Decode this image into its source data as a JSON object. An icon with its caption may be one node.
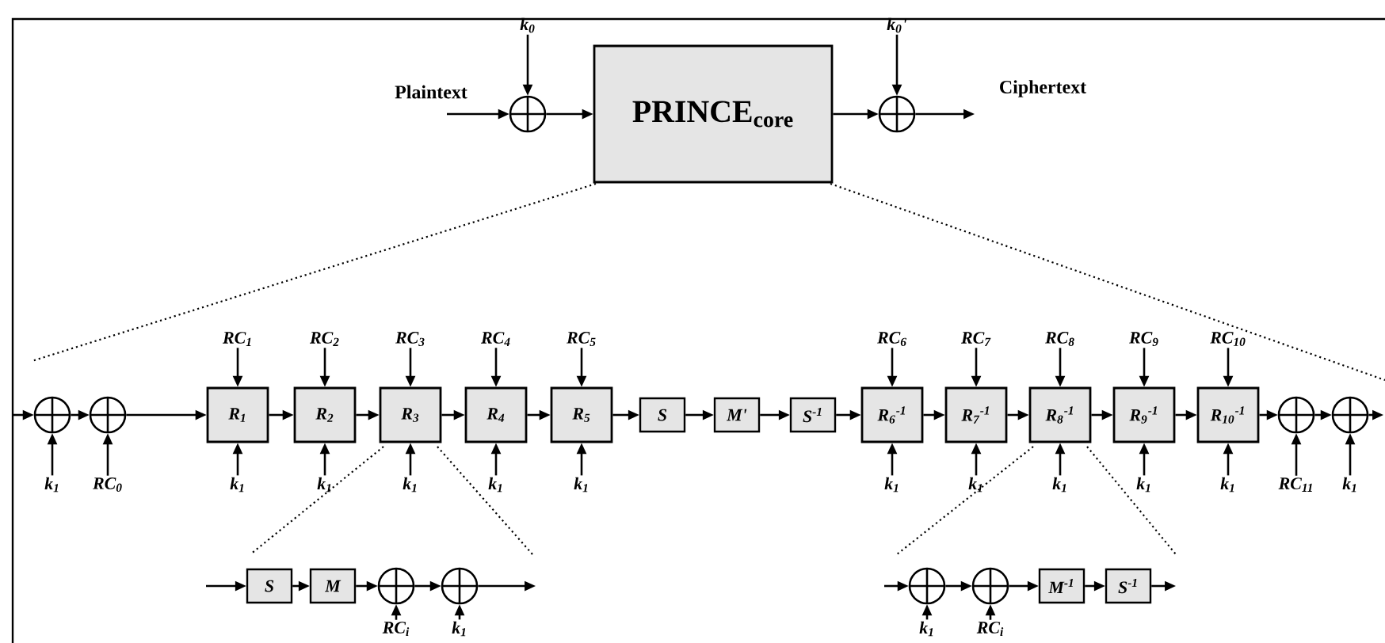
{
  "diagram": {
    "nodes": [
      {
        "text": [
          "k$_{0}$"
        ]
      },
      {
        "text": [],
        "shape": "circle"
      },
      {
        "text": [
          "PRINCE$_{core}$"
        ]
      },
      {
        "text": [
          "k$_{0}$'"
        ]
      },
      {
        "text": [],
        "shape": "circle"
      },
      {
        "text": [],
        "shape": "circle"
      },
      {
        "text": [
          "k$_{1}$"
        ]
      },
      {
        "text": [],
        "shape": "circle"
      },
      {
        "text": [
          "RC$_{0}$"
        ]
      },
      {
        "text": [
          "RC$_{1}$"
        ]
      },
      {
        "text": [
          "R$_{1}$"
        ]
      },
      {
        "text": [
          "k$_{1}$"
        ]
      },
      {
        "text": [
          "RC$_{2}$"
        ]
      },
      {
        "text": [
          "R$_{2}$"
        ]
      },
      {
        "text": [
          "k$_{1}$"
        ]
      },
      {
        "text": [
          "RC$_{3}$"
        ]
      },
      {
        "text": [
          "R$_{3}$"
        ]
      },
      {
        "text": [
          "k$_{1}$"
        ]
      },
      {
        "text": [
          "RC$_{4}$"
        ]
      },
      {
        "text": [
          "R$_{4}$"
        ]
      },
      {
        "text": [
          "k$_{1}$"
        ]
      },
      {
        "text": [
          "RC$_{5}$"
        ]
      },
      {
        "text": [
          "R$_{5}$"
        ]
      },
      {
        "text": [
          "k$_{1}$"
        ]
      },
      {
        "text": [
          "S"
        ]
      },
      {
        "text": [
          "M'"
        ]
      },
      {
        "text": [
          "S$^{-1}$"
        ]
      },
      {
        "text": [
          "RC$_{6}$"
        ]
      },
      {
        "text": [
          "R$_{6}$$^{-1}$"
        ]
      },
      {
        "text": [
          "k$_{1}$"
        ]
      },
      {
        "text": [
          "RC$_{7}$"
        ]
      },
      {
        "text": [
          "R$_{7}$$^{-1}$"
        ]
      },
      {
        "text": [
          "k$_{1}$"
        ]
      },
      {
        "text": [
          "RC$_{8}$"
        ]
      },
      {
        "text": [
          "R$_{8}$$^{-1}$"
        ]
      },
      {
        "text": [
          "k$_{1}$"
        ]
      },
      {
        "text": [
          "RC$_{9}$"
        ]
      },
      {
        "text": [
          "R$_{9}$$^{-1}$"
        ]
      },
      {
        "text": [
          "k$_{1}$"
        ]
      },
      {
        "text": [
          "RC$_{10}$"
        ]
      },
      {
        "text": [
          "R$_{10}$$^{-1}$"
        ]
      },
      {
        "text": [
          "k$_{1}$"
        ]
      },
      {
        "text": [],
        "shape": "circle"
      },
      {
        "text": [
          "RC$_{11}$"
        ]
      },
      {
        "text": [],
        "shape": "circle"
      },
      {
        "text": [
          "k$_{1}$"
        ]
      },
      {
        "text": [
          "S"
        ]
      },
      {
        "text": [
          "M"
        ]
      },
      {
        "text": [],
        "shape": "circle"
      },
      {
        "text": [
          "RC$_{i}$"
        ]
      },
      {
        "text": [],
        "shape": "circle"
      },
      {
        "text": [
          "k$_{1}$"
        ]
      },
      {
        "text": [],
        "shape": "circle"
      },
      {
        "text": [
          "k$_{1}$"
        ]
      },
      {
        "text": [],
        "shape": "circle"
      },
      {
        "text": [
          "RC$_{i}$"
        ]
      },
      {
        "text": [
          "M$^{-1}$"
        ]
      },
      {
        "text": [
          "S$^{-1}$"
        ]
      }
    ],
    "edges": [
      {
        "from": null,
        "to": 1,
        "arrow": "to"
      },
      {
        "from": 0,
        "to": 1,
        "arrow": "to"
      },
      {
        "from": 1,
        "to": 2,
        "arrow": "to"
      },
      {
        "from": 2,
        "to": 4,
        "arrow": "to"
      },
      {
        "from": 3,
        "to": 4,
        "arrow": "to"
      },
      {
        "from": 4,
        "to": null,
        "arrow": "to"
      },
      {
        "from": null,
        "to": 5,
        "arrow": "to"
      },
      {
        "from": 6,
        "to": 5,
        "arrow": "to"
      },
      {
        "from": 5,
        "to": 7,
        "arrow": "to"
      },
      {
        "from": 8,
        "to": 7,
        "arrow": "to"
      },
      {
        "from": 7,
        "to": 10,
        "arrow": "to"
      },
      {
        "from": 9,
        "to": 10,
        "arrow": "to"
      },
      {
        "from": 11,
        "to": 10,
        "arrow": "to"
      },
      {
        "from": 10,
        "to": 13,
        "arrow": "to"
      },
      {
        "from": 12,
        "to": 13,
        "arrow": "to"
      },
      {
        "from": 14,
        "to": 13,
        "arrow": "to"
      },
      {
        "from": 13,
        "to": 16,
        "arrow": "to"
      },
      {
        "from": 15,
        "to": 16,
        "arrow": "to"
      },
      {
        "from": 17,
        "to": 16,
        "arrow": "to"
      },
      {
        "from": 16,
        "to": 19,
        "arrow": "to"
      },
      {
        "from": 18,
        "to": 19,
        "arrow": "to"
      },
      {
        "from": 20,
        "to": 19,
        "arrow": "to"
      },
      {
        "from": 19,
        "to": 22,
        "arrow": "to"
      },
      {
        "from": 21,
        "to": 22,
        "arrow": "to"
      },
      {
        "from": 23,
        "to": 22,
        "arrow": "to"
      },
      {
        "from": 22,
        "to": 24,
        "arrow": "to"
      },
      {
        "from": 24,
        "to": 25,
        "arrow": "to"
      },
      {
        "from": 25,
        "to": 26,
        "arrow": "to"
      },
      {
        "from": 26,
        "to": 28,
        "arrow": "to"
      },
      {
        "from": 27,
        "to": 28,
        "arrow": "to"
      },
      {
        "from": 29,
        "to": 28,
        "arrow": "to"
      },
      {
        "from": 28,
        "to": 31,
        "arrow": "to"
      },
      {
        "from": 30,
        "to": 31,
        "arrow": "to"
      },
      {
        "from": 32,
        "to": 31,
        "arrow": "to"
      },
      {
        "from": 31,
        "to": 34,
        "arrow": "to"
      },
      {
        "from": 33,
        "to": 34,
        "arrow": "to"
      },
      {
        "from": 35,
        "to": 34,
        "arrow": "to"
      },
      {
        "from": 34,
        "to": 37,
        "arrow": "to"
      },
      {
        "from": 36,
        "to": 37,
        "arrow": "to"
      },
      {
        "from": 38,
        "to": 37,
        "arrow": "to"
      },
      {
        "from": 37,
        "to": 40,
        "arrow": "to"
      },
      {
        "from": 39,
        "to": 40,
        "arrow": "to"
      },
      {
        "from": 41,
        "to": 40,
        "arrow": "to"
      },
      {
        "from": 40,
        "to": 42,
        "arrow": "to"
      },
      {
        "from": 43,
        "to": 42,
        "arrow": "to"
      },
      {
        "from": 42,
        "to": 44,
        "arrow": "to"
      },
      {
        "from": 45,
        "to": 44,
        "arrow": "to"
      },
      {
        "from": 44,
        "to": null,
        "arrow": "to"
      },
      {
        "from": null,
        "to": 46,
        "arrow": "to"
      },
      {
        "from": 46,
        "to": 47,
        "arrow": "to"
      },
      {
        "from": 47,
        "to": 48,
        "arrow": "to"
      },
      {
        "from": 49,
        "to": 48,
        "arrow": "to"
      },
      {
        "from": 48,
        "to": 50,
        "arrow": "to"
      },
      {
        "from": 51,
        "to": 50,
        "arrow": "to"
      },
      {
        "from": 50,
        "to": null,
        "arrow": "to"
      },
      {
        "from": null,
        "to": 52,
        "arrow": "to"
      },
      {
        "from": 53,
        "to": 52,
        "arrow": "to"
      },
      {
        "from": 52,
        "to": 54,
        "arrow": "to"
      },
      {
        "from": 55,
        "to": 54,
        "arrow": "to"
      },
      {
        "from": 54,
        "to": 56,
        "arrow": "to"
      },
      {
        "from": 56,
        "to": 57,
        "arrow": "to"
      },
      {
        "from": 57,
        "to": null,
        "arrow": "to"
      }
    ],
    "labels": [
      "Plaintext",
      "Ciphertext"
    ]
  }
}
